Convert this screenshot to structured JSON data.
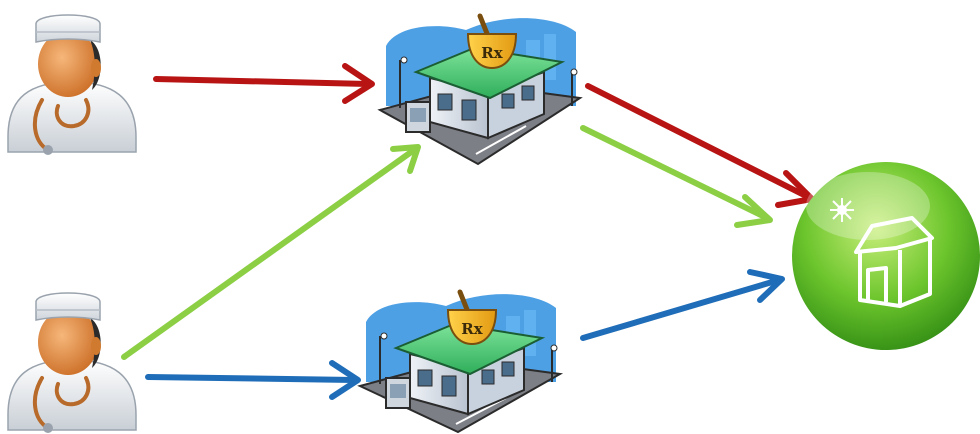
{
  "diagram": {
    "nodes": [
      {
        "id": "doctor-1",
        "kind": "doctor-icon"
      },
      {
        "id": "doctor-2",
        "kind": "doctor-icon"
      },
      {
        "id": "pharmacy-1",
        "kind": "pharmacy-icon",
        "sign": "Rx"
      },
      {
        "id": "pharmacy-2",
        "kind": "pharmacy-icon",
        "sign": "Rx"
      },
      {
        "id": "home",
        "kind": "home-icon"
      }
    ],
    "edges": [
      {
        "from": "doctor-1",
        "to": "pharmacy-1",
        "color": "#b81414"
      },
      {
        "from": "pharmacy-1",
        "to": "home",
        "color": "#b81414"
      },
      {
        "from": "doctor-2",
        "to": "pharmacy-1",
        "color": "#8ccf45"
      },
      {
        "from": "pharmacy-1",
        "to": "home",
        "color": "#8ccf45"
      },
      {
        "from": "doctor-2",
        "to": "pharmacy-2",
        "color": "#1f6db8"
      },
      {
        "from": "pharmacy-2",
        "to": "home",
        "color": "#1f6db8"
      }
    ]
  }
}
